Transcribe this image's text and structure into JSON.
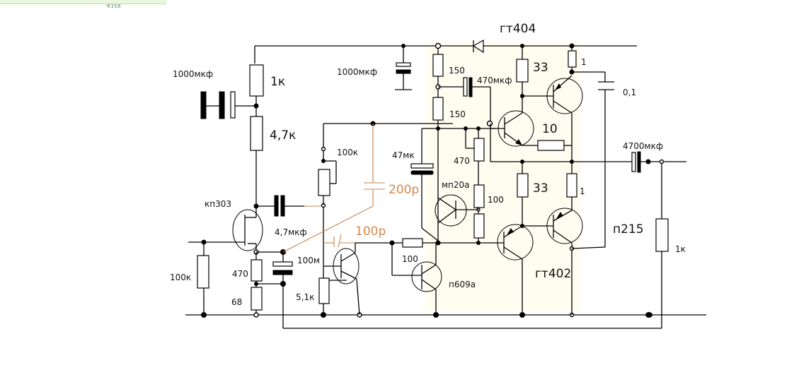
{
  "header": {
    "top_strip_label": "R358"
  },
  "diagram": {
    "title": "",
    "type": "transistor audio amplifier schematic",
    "wire_color": "#000000",
    "feedback_color": "#d9884a",
    "labels": {
      "c_input_supply": "1000мкф",
      "r_1k_top": "1к",
      "r_4_7k": "4,7к",
      "jfet": "кп303",
      "c_4_7uf": "4,7мкф",
      "r_100k_in": "100к",
      "r_470_src": "470",
      "r_68": "68",
      "pot_100k": "100к",
      "c_200p": "200р",
      "c_100p": "100р",
      "r_100m": "100м",
      "r_5_1k": "5,1к",
      "c_1000uf_mid": "1000мкф",
      "diode": "гт404",
      "r_150_top": "150",
      "r_150_bot": "150",
      "c_470uf": "470мкф",
      "c_47uf": "47мк",
      "r_470_bias": "470",
      "q_mp20a": "мп20а",
      "r_100_bias": "100",
      "r_100_drv": "100",
      "q_p609a": "п609а",
      "r_33_top": "33",
      "r_1_top": "1",
      "c_0_1": "0,1",
      "r_10": "10",
      "c_4700uf": "4700мкф",
      "r_33_bot": "33",
      "r_1_bot": "1",
      "q_p215": "п215",
      "r_1k_load": "1к",
      "q_gt402": "гт402"
    }
  }
}
